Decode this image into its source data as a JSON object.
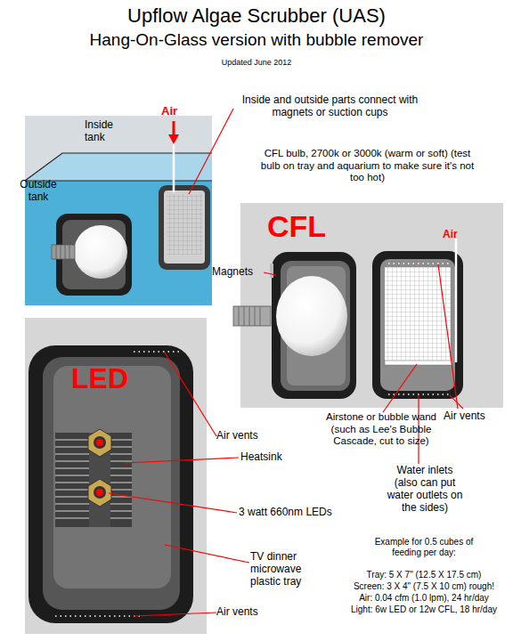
{
  "diagram": {
    "title": "Upflow Algae Scrubber (UAS)",
    "nodes": [
      {
        "text": [
          "Inside tank",
          "Air",
          "Outside tank"
        ]
      },
      {
        "text": [
          "CFL",
          "Air"
        ]
      },
      {
        "text": [
          "LED"
        ]
      }
    ],
    "labels": [
      "Hang-On-Glass version with bubble remover",
      "Updated June 2012",
      "Inside and outside parts connect with magnets or suction cups",
      "CFL bulb, 2700k or 3000k (warm or soft) (test bulb on tray and aquarium to make sure it's not too hot)",
      "Magnets",
      "Airstone or bubble wand (such as Lee's Bubble Cascade, cut to size)",
      "Air vents",
      "Air vents",
      "Heatsink",
      "Water inlets (also can put water outlets on the sides)",
      "3 watt 660nm LEDs",
      "Example for 0.5 cubes of feeding per day:",
      "Tray: 5 X 7\" (12.5 X 17.5 cm)",
      "Screen: 3 X 4\" (7.5 X 10 cm) rough!",
      "Air: 0.04 cfm (1.0 lpm), 24 hr/day",
      "Light: 6w LED or 12w CFL, 18 hr/day",
      "TV dinner microwave plastic tray",
      "Air vents"
    ]
  }
}
